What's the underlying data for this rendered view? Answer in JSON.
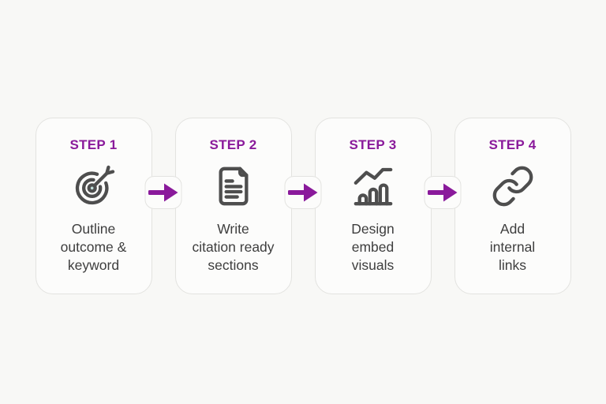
{
  "palette": {
    "page_bg": "#F8F8F6",
    "card_bg": "#FCFCFB",
    "card_border": "#E3E3E0",
    "accent": "#8A1A9B",
    "icon_stroke": "#4E4E4E",
    "text": "#3E3E3E",
    "target_dot": "#BFDBD7"
  },
  "steps": [
    {
      "label": "STEP 1",
      "icon": "target-dart-icon",
      "text": "Outline\noutcome &\nkeyword"
    },
    {
      "label": "STEP 2",
      "icon": "document-icon",
      "text": "Write\ncitation ready\nsections"
    },
    {
      "label": "STEP 3",
      "icon": "bar-chart-icon",
      "text": "Design\nembed\nvisuals"
    },
    {
      "label": "STEP 4",
      "icon": "chain-link-icon",
      "text": "Add\ninternal\nlinks"
    }
  ],
  "connector_icon": "arrow-right-icon"
}
